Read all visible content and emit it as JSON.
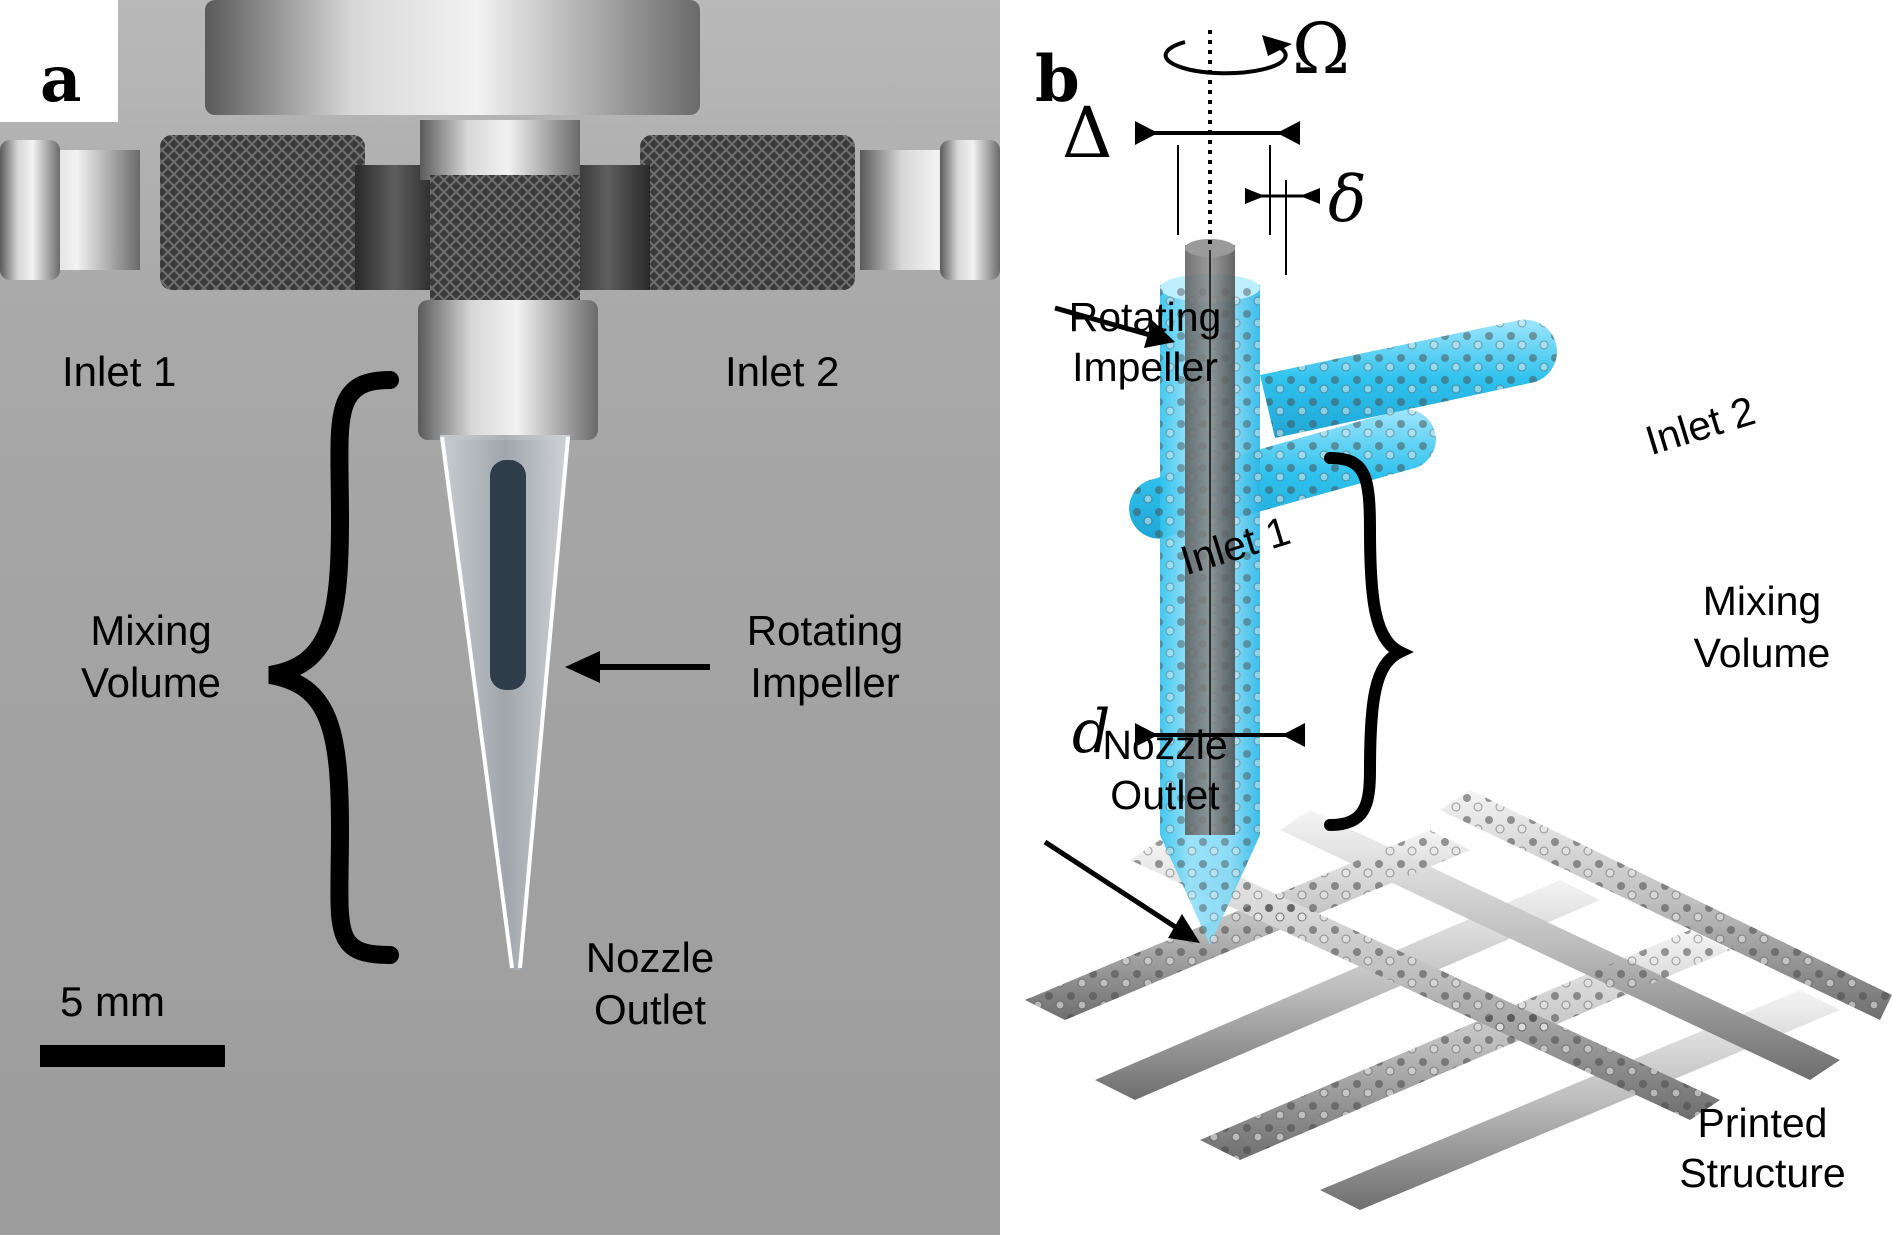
{
  "panel_a": {
    "letter": "a",
    "labels": {
      "inlet1": "Inlet 1",
      "inlet2": "Inlet 2",
      "mixing_volume": "Mixing\nVolume",
      "rotating_impeller": "Rotating\nImpeller",
      "nozzle_outlet": "Nozzle\nOutlet",
      "scale": "5 mm"
    }
  },
  "panel_b": {
    "letter": "b",
    "labels": {
      "omega": "Ω",
      "delta_big": "Δ",
      "delta_small": "δ",
      "d": "d",
      "rotating_impeller": "Rotating\nImpeller",
      "inlet1": "Inlet 1",
      "inlet2": "Inlet 2",
      "mixing_volume": "Mixing\nVolume",
      "nozzle_outlet": "Nozzle\nOutlet",
      "printed_structure": "Printed\nStructure"
    }
  },
  "colors": {
    "background_photo": "#a6a6a6",
    "inlet_blue": "#38c6f0",
    "text": "#000000"
  }
}
